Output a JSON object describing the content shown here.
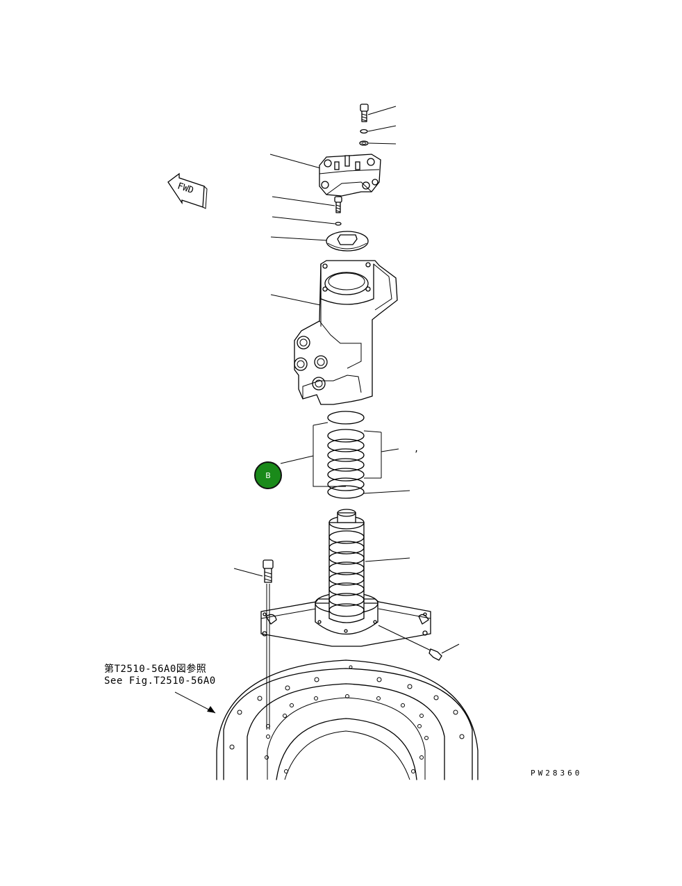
{
  "diagram": {
    "direction_label": "FWD",
    "badge_label": "B",
    "reference_note": {
      "line1": "第T2510-56A0図参照",
      "line2": "See Fig.T2510-56A0"
    },
    "drawing_code": "PW28360",
    "stray_mark": ","
  },
  "colors": {
    "badge_fill": "#1a8a1a",
    "line": "#000000",
    "background": "#ffffff"
  }
}
